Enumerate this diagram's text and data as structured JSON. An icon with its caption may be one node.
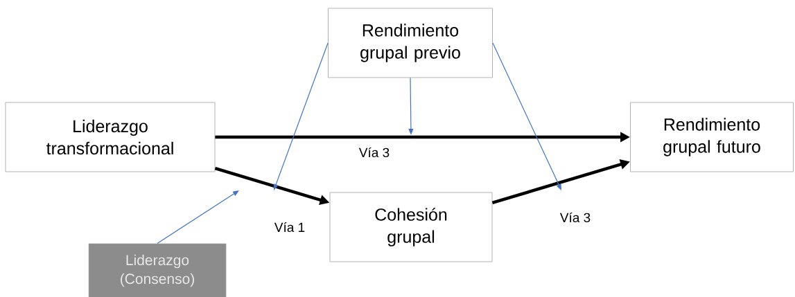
{
  "diagram": {
    "nodes": [
      {
        "text": [
          "Rendimiento grupal previo"
        ]
      },
      {
        "text": [
          "Liderazgo transformacional"
        ]
      },
      {
        "text": [
          "Rendimiento grupal futuro"
        ]
      },
      {
        "text": [
          "Cohesión grupal"
        ]
      },
      {
        "text": [
          "Liderazgo (Consenso)"
        ]
      }
    ],
    "edges": [
      {
        "from": 1,
        "to": 2,
        "arrow": "to",
        "label": "Vía 3",
        "style": "thick",
        "color": "#000000"
      },
      {
        "from": 1,
        "to": 3,
        "arrow": "to",
        "label": "Vía 1",
        "style": "thick",
        "color": "#000000"
      },
      {
        "from": 3,
        "to": 2,
        "arrow": "to",
        "label": "Vía 3",
        "style": "thick",
        "color": "#000000"
      },
      {
        "from": 0,
        "to": null,
        "arrow": "to",
        "color": "#4472c4"
      },
      {
        "from": 0,
        "to": null,
        "arrow": "to",
        "color": "#4472c4"
      },
      {
        "from": 0,
        "to": null,
        "arrow": "to",
        "color": "#4472c4"
      },
      {
        "from": 4,
        "to": null,
        "arrow": "to",
        "color": "#4472c4"
      }
    ]
  }
}
